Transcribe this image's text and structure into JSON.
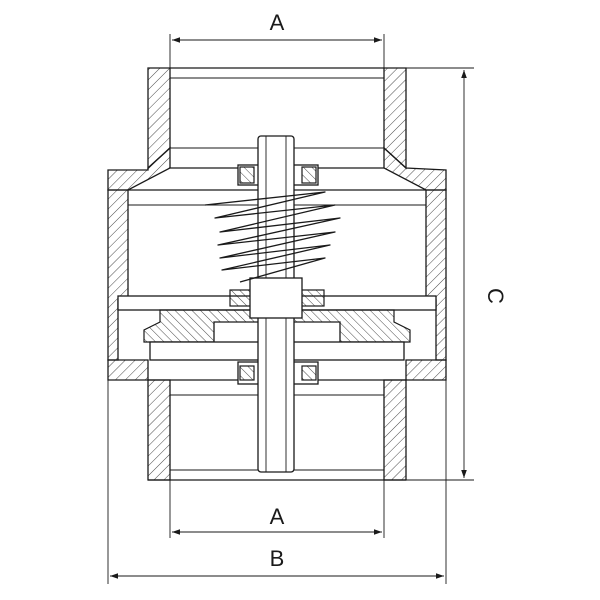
{
  "dimensions": {
    "top_width_label": "A",
    "bottom_width_label": "A",
    "overall_width_label": "B",
    "height_label": "C"
  },
  "colors": {
    "line": "#1a1a1a",
    "background": "#ffffff"
  }
}
